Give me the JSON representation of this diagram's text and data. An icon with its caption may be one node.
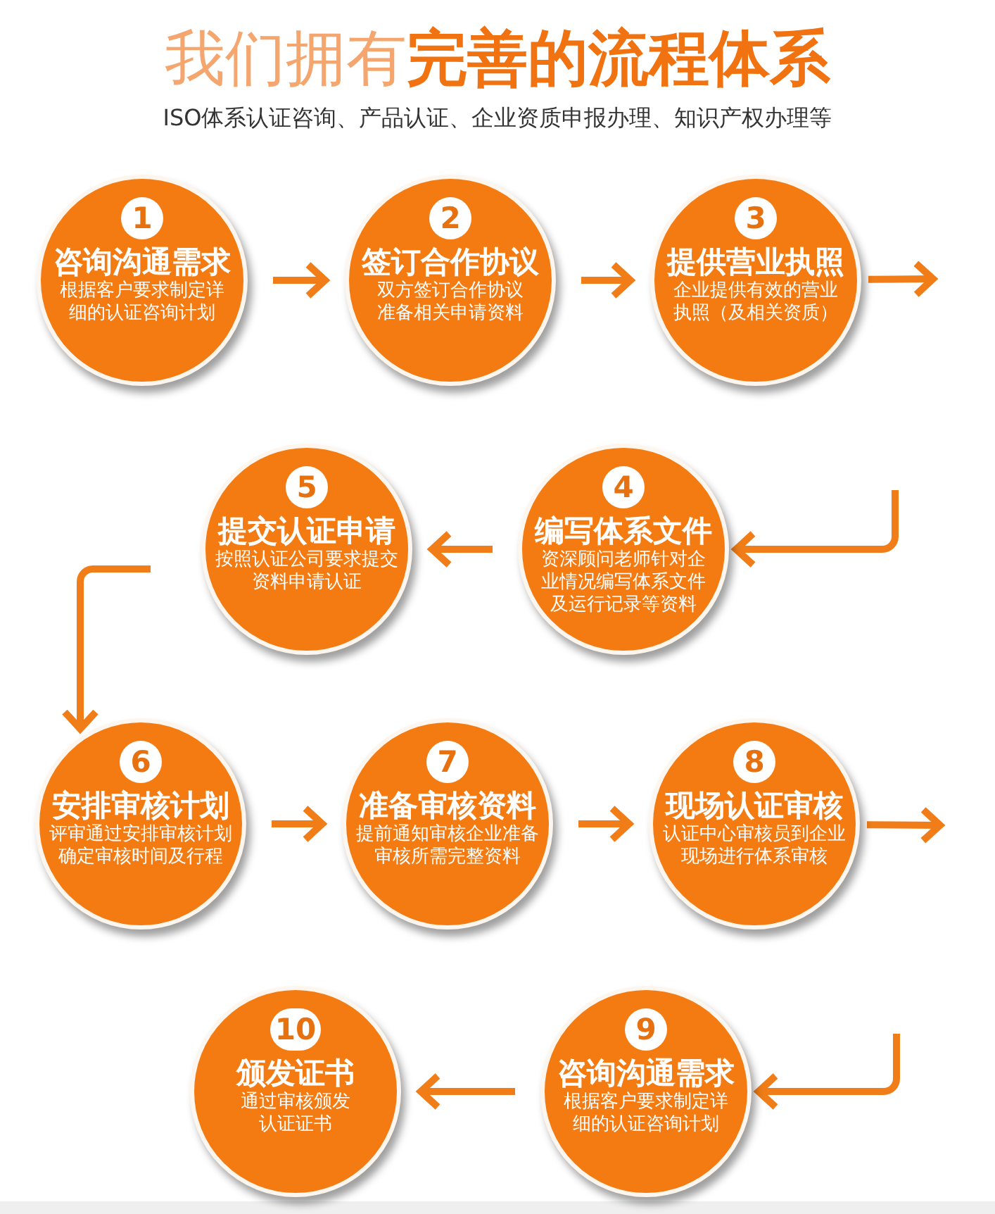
{
  "diagram": {
    "title": "我们拥有**完善的流程体系**",
    "nodes": [
      {
        "text": [
          "1",
          "咨询沟通需求",
          "根据客户要求制定详细的认证咨询计划"
        ]
      },
      {
        "text": [
          "2",
          "签订合作协议",
          "双方签订合作协议准备相关申请资料"
        ]
      },
      {
        "text": [
          "3",
          "提供营业执照",
          "企业提供有效的营业执照（及相关资质）"
        ]
      },
      {
        "text": [
          "4",
          "编写体系文件",
          "资深顾问老师针对企业情况编写体系文件及运行记录等资料"
        ]
      },
      {
        "text": [
          "5",
          "提交认证申请",
          "按照认证公司要求提交资料申请认证"
        ]
      },
      {
        "text": [
          "6",
          "安排审核计划",
          "评审通过安排审核计划确定审核时间及行程"
        ]
      },
      {
        "text": [
          "7",
          "准备审核资料",
          "提前通知审核企业准备审核所需完整资料"
        ]
      },
      {
        "text": [
          "8",
          "现场认证审核",
          "认证中心审核员到企业现场进行体系审核"
        ]
      },
      {
        "text": [
          "9",
          "咨询沟通需求",
          "根据客户要求制定详细的认证咨询计划"
        ]
      },
      {
        "text": [
          "10",
          "颁发证书",
          "通过审核颁发认证证书"
        ]
      }
    ],
    "edges": [
      {
        "from": 0,
        "to": 1,
        "arrow": "to"
      },
      {
        "from": 1,
        "to": 2,
        "arrow": "to"
      },
      {
        "from": 2,
        "to": null,
        "arrow": "to"
      },
      {
        "from": null,
        "to": 3,
        "arrow": "to"
      },
      {
        "from": 3,
        "to": 4,
        "arrow": "to"
      },
      {
        "from": null,
        "to": 5,
        "arrow": "to"
      },
      {
        "from": 5,
        "to": 6,
        "arrow": "to"
      },
      {
        "from": 6,
        "to": 7,
        "arrow": "to"
      },
      {
        "from": 7,
        "to": null,
        "arrow": "to"
      },
      {
        "from": null,
        "to": 8,
        "arrow": "to"
      },
      {
        "from": 8,
        "to": 9,
        "arrow": "to"
      }
    ],
    "labels": [
      "ISO体系认证咨询、产品认证、企业资质申报办理、知识产权办理等"
    ]
  }
}
